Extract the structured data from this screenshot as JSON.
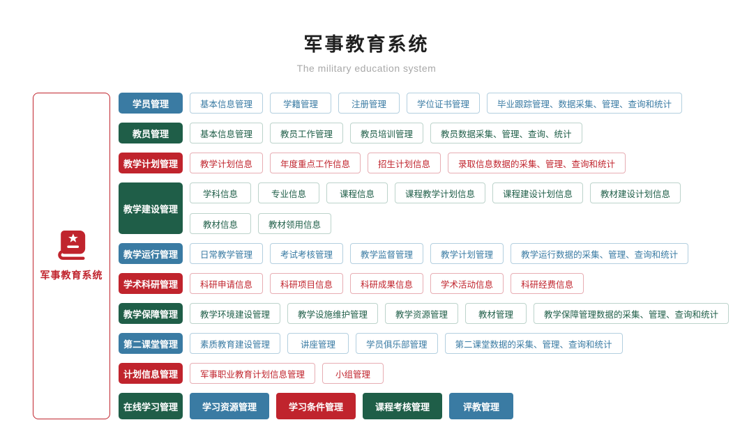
{
  "page": {
    "title": "军事教育系统",
    "subtitle": "The military education system"
  },
  "colors": {
    "blue": "#3a7ba3",
    "green": "#1f5e48",
    "red": "#c0242d",
    "blue_border": "#b3cfdf",
    "green_border": "#bcd3cb",
    "red_border": "#e7adb3",
    "title_text": "#1f1f1f",
    "subtitle_text": "#a8a8a8"
  },
  "root": {
    "label": "军事教育系统",
    "icon": "book-star-icon"
  },
  "rows": [
    {
      "category": {
        "label": "学员管理",
        "color": "blue"
      },
      "children_color": "blue",
      "children_variant": "outline",
      "lines": [
        [
          {
            "label": "基本信息管理"
          },
          {
            "label": "学籍管理"
          },
          {
            "label": "注册管理"
          },
          {
            "label": "学位证书管理"
          },
          {
            "label": "毕业跟踪管理、数据采集、管理、查询和统计"
          }
        ]
      ]
    },
    {
      "category": {
        "label": "教员管理",
        "color": "green"
      },
      "children_color": "green",
      "children_variant": "outline",
      "lines": [
        [
          {
            "label": "基本信息管理"
          },
          {
            "label": "教员工作管理"
          },
          {
            "label": "教员培训管理"
          },
          {
            "label": "教员数据采集、管理、查询、统计"
          }
        ]
      ]
    },
    {
      "category": {
        "label": "教学计划管理",
        "color": "red"
      },
      "children_color": "red",
      "children_variant": "outline",
      "lines": [
        [
          {
            "label": "教学计划信息"
          },
          {
            "label": "年度重点工作信息"
          },
          {
            "label": "招生计划信息"
          },
          {
            "label": "录取信息数据的采集、管理、查询和统计"
          }
        ]
      ]
    },
    {
      "category": {
        "label": "教学建设管理",
        "color": "green"
      },
      "children_color": "green",
      "children_variant": "outline",
      "tall": true,
      "lines": [
        [
          {
            "label": "学科信息"
          },
          {
            "label": "专业信息"
          },
          {
            "label": "课程信息"
          },
          {
            "label": "课程教学计划信息"
          },
          {
            "label": "课程建设计划信息"
          },
          {
            "label": "教材建设计划信息"
          }
        ],
        [
          {
            "label": "教材信息"
          },
          {
            "label": "教材领用信息"
          }
        ]
      ]
    },
    {
      "category": {
        "label": "教学运行管理",
        "color": "blue"
      },
      "children_color": "blue",
      "children_variant": "outline",
      "lines": [
        [
          {
            "label": "日常教学管理"
          },
          {
            "label": "考试考核管理"
          },
          {
            "label": "教学监督管理"
          },
          {
            "label": "教学计划管理"
          },
          {
            "label": "教学运行数据的采集、管理、查询和统计"
          }
        ]
      ]
    },
    {
      "category": {
        "label": "学术科研管理",
        "color": "red"
      },
      "children_color": "red",
      "children_variant": "outline",
      "lines": [
        [
          {
            "label": "科研申请信息"
          },
          {
            "label": "科研项目信息"
          },
          {
            "label": "科研成果信息"
          },
          {
            "label": "学术活动信息"
          },
          {
            "label": "科研经费信息"
          }
        ]
      ]
    },
    {
      "category": {
        "label": "教学保障管理",
        "color": "green"
      },
      "children_color": "green",
      "children_variant": "outline",
      "lines": [
        [
          {
            "label": "教学环境建设管理"
          },
          {
            "label": "教学设施维护管理"
          },
          {
            "label": "教学资源管理"
          },
          {
            "label": "教材管理"
          },
          {
            "label": "教学保障管理数据的采集、管理、查询和统计"
          }
        ]
      ]
    },
    {
      "category": {
        "label": "第二课堂管理",
        "color": "blue"
      },
      "children_color": "blue",
      "children_variant": "outline",
      "lines": [
        [
          {
            "label": "素质教育建设管理"
          },
          {
            "label": "讲座管理"
          },
          {
            "label": "学员俱乐部管理"
          },
          {
            "label": "第二课堂数据的采集、管理、查询和统计"
          }
        ]
      ]
    },
    {
      "category": {
        "label": "计划信息管理",
        "color": "red"
      },
      "children_color": "red",
      "children_variant": "outline",
      "lines": [
        [
          {
            "label": "军事职业教育计划信息管理"
          },
          {
            "label": "小组管理"
          }
        ]
      ]
    },
    {
      "category": {
        "label": "在线学习管理",
        "color": "green"
      },
      "children_color": "blue",
      "children_variant": "solid",
      "last": true,
      "lines": [
        [
          {
            "label": "学习资源管理",
            "color": "blue",
            "variant": "solid"
          },
          {
            "label": "学习条件管理",
            "color": "red",
            "variant": "solid"
          },
          {
            "label": "课程考核管理",
            "color": "green",
            "variant": "solid"
          },
          {
            "label": "评教管理",
            "color": "blue",
            "variant": "solid"
          }
        ]
      ]
    }
  ]
}
